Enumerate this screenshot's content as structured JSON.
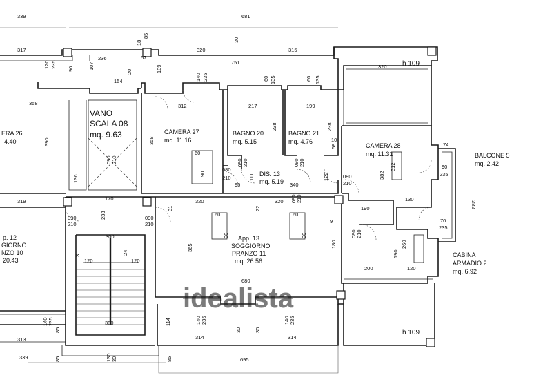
{
  "plan": {
    "rooms": {
      "vano_scala": {
        "name": "VANO",
        "name2": "SCALA 08",
        "area": "mq. 9.63"
      },
      "camera27": {
        "name": "CAMERA 27",
        "area": "mq. 11.16"
      },
      "bagno20": {
        "name": "BAGNO 20",
        "area": "mq. 5.15"
      },
      "bagno21": {
        "name": "BAGNO 21",
        "area": "mq. 4.76"
      },
      "camera28": {
        "name": "CAMERA 28",
        "area": "mq. 11.31"
      },
      "balcone5": {
        "name": "BALCONE 5",
        "area": "mq. 2.42"
      },
      "dis13": {
        "name": "DIS. 13",
        "area": "mq. 5.19"
      },
      "soggiorno": {
        "name": "App. 13",
        "name2": "SOGGIORNO",
        "name3": "PRANZO 11",
        "area": "mq. 26.56"
      },
      "cabina": {
        "name": "CABINA",
        "name2": "ARMADIO 2",
        "area": "mq. 6.92"
      },
      "camera26": {
        "name": "ERA 26",
        "area": "4.40"
      },
      "app12": {
        "name": "p. 12",
        "name2": "GIORNO",
        "name3": "NZO 10",
        "area": "20.43"
      }
    },
    "heights": {
      "top": "h 109",
      "bottom": "h 109"
    },
    "watermark": "idealista",
    "dims": {
      "d339a": "339",
      "d681": "681",
      "d85a": "85",
      "d30a": "30",
      "d18": "18",
      "d57": "57",
      "d317": "317",
      "d320a": "320",
      "d315": "315",
      "d751": "751",
      "d120a": "120",
      "d235a": "235",
      "d90a": "90",
      "d107": "107",
      "d236": "236",
      "d20": "20",
      "d109": "109",
      "d154": "154",
      "d140a": "140",
      "d235b": "235",
      "d60a": "60",
      "d135a": "135",
      "d60b": "60",
      "d135b": "135",
      "d320b": "320",
      "d358a": "358",
      "d312a": "312",
      "d217": "217",
      "d199": "199",
      "d390": "390",
      "d358b": "358",
      "d238a": "238",
      "d238b": "238",
      "d10": "10",
      "d58": "58",
      "d74": "74",
      "d60c": "60",
      "d90b": "90",
      "d080a": "080",
      "d210a": "210",
      "d080b": "080",
      "d210b": "210",
      "d080c": "080",
      "d210c": "210",
      "d95": "95",
      "d111": "111",
      "d340": "340",
      "d122": "122",
      "d080d": "080",
      "d210d": "210",
      "d382a": "382",
      "d312b": "312",
      "d90c": "90",
      "d235c": "235",
      "d382b": "382",
      "d136": "136",
      "d090a": "090",
      "d210e": "210",
      "d319": "319",
      "d170": "170",
      "d320c": "320",
      "d22": "22",
      "d320d": "320",
      "d080e": "080",
      "d210f": "210",
      "d190a": "190",
      "d130": "130",
      "d233": "233",
      "d090b": "090",
      "d210g": "210",
      "d090c": "090",
      "d210h": "210",
      "d31": "31",
      "d60d": "60",
      "d90d": "90",
      "d60e": "60",
      "d90e": "90",
      "d9": "9",
      "d70": "70",
      "d235d": "235",
      "d300a": "300",
      "d365": "365",
      "d080f": "080",
      "d210i": "210",
      "d180": "180",
      "d190b": "190",
      "d260": "260",
      "d3": "3",
      "d24": "24",
      "d120b": "120",
      "d120c": "120",
      "d200": "200",
      "d120d": "120",
      "d680": "680",
      "d140b": "140",
      "d235e": "235",
      "d300b": "300",
      "d114": "114",
      "d140c": "140",
      "d235f": "235",
      "d140d": "140",
      "d235g": "235",
      "d85b": "85",
      "d30b": "30",
      "d30c": "30",
      "d313": "313",
      "d314a": "314",
      "d314b": "314",
      "d339b": "339",
      "d85c": "85",
      "d130b": "130",
      "d30d": "30",
      "d695": "695",
      "d85d": "85"
    }
  }
}
